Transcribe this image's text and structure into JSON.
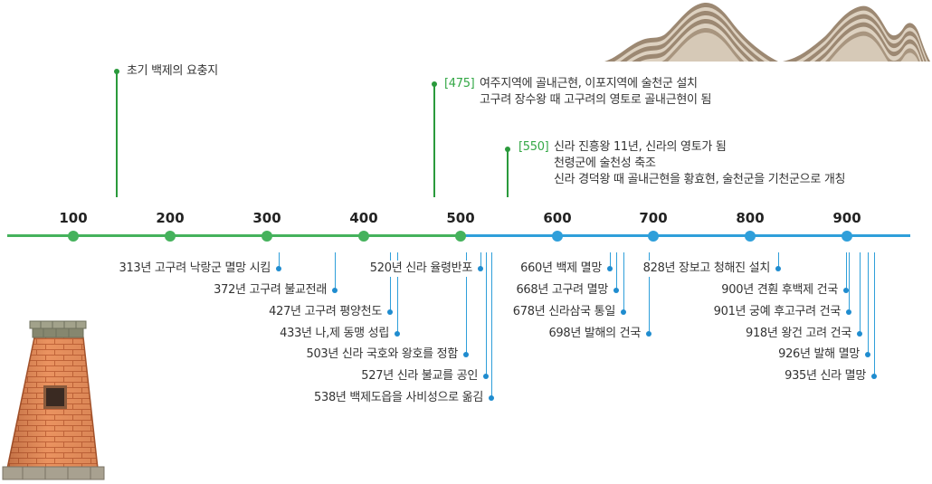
{
  "timeline": {
    "ticks": [
      "100",
      "200",
      "300",
      "400",
      "500",
      "600",
      "700",
      "800",
      "900"
    ]
  },
  "upper_events": [
    {
      "lines": [
        "초기 백제의 요충지"
      ]
    },
    {
      "tag": "[475]",
      "lines": [
        "여주지역에 골내근현, 이포지역에 술천군 설치",
        "고구려 장수왕 때 고구려의 영토로 골내근현이 됨"
      ]
    },
    {
      "tag": "[550]",
      "lines": [
        "신라 진흥왕 11년, 신라의 영토가 됨",
        "천령군에 술천성 축조",
        "신라 경덕왕 때 골내근현을 황효현, 술천군을 기천군으로 개칭"
      ]
    }
  ],
  "lower_events": [
    "313년 고구려 낙랑군 멸망 시킴",
    "372년 고구려 불교전래",
    "427년 고구려 평양천도",
    "433년 나,제 동맹 성립",
    "503년 신라 국호와 왕호를 정함",
    "520년 신라 율령반포",
    "527년 신라 불교를 공인",
    "538년 백제도읍을 사비성으로 옮김",
    "660년 백제 멸망",
    "668년 고구려 멸망",
    "678년 신라삼국 통일",
    "698년 발해의 건국",
    "828년 장보고 청해진 설치",
    "900년 견훤 후백제 건국",
    "901년 궁예 후고구려 건국",
    "918년 왕건 고려 건국",
    "926년 발해 멸망",
    "935년 신라 멸망"
  ],
  "colors": {
    "early_era": "#45b25c",
    "late_era": "#2f9fda",
    "upper_marker": "#2a9a3c",
    "year_tag": "#34a846",
    "lower_marker": "#1f8ccf",
    "text": "#333333",
    "tick_label": "#222222"
  },
  "illustrations": {
    "top_right": "mountain-illustration",
    "bottom_left": "brick-tower-illustration"
  }
}
